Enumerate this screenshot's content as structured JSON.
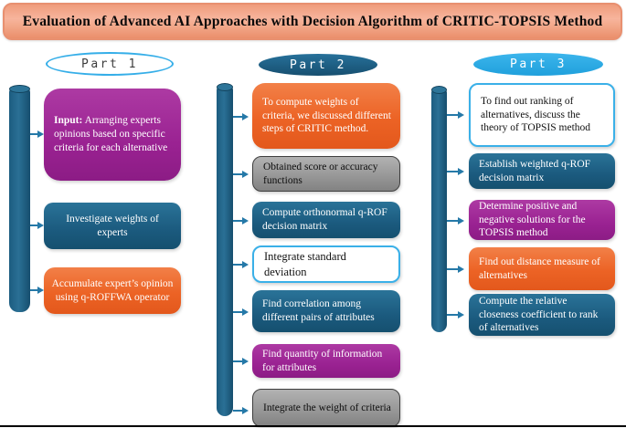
{
  "figure": {
    "title": "Evaluation of Advanced AI Approaches with Decision Algorithm of CRITIC-TOPSIS Method"
  },
  "palette": {
    "header_fill": "#f4a98c",
    "header_border": "#e89070",
    "teal": "#1d6085",
    "magenta": "#9a2292",
    "orange": "#ec6325",
    "grey": "#989898",
    "cyan_accent": "#35aee8",
    "arrow": "#2579a8"
  },
  "parts": [
    {
      "label": "Part 1",
      "steps": [
        {
          "lead": "Input:",
          "text": " Arranging experts opinions based on specific criteria for each alternative"
        },
        {
          "text": "Investigate weights of experts"
        },
        {
          "text": "Accumulate expert’s opinion using q-ROFFWA operator"
        }
      ]
    },
    {
      "label": "Part 2",
      "steps": [
        {
          "text": "To compute weights of criteria, we discussed different steps of CRITIC method."
        },
        {
          "text": "Obtained score or accuracy functions"
        },
        {
          "text": "Compute orthonormal q-ROF decision matrix"
        },
        {
          "text": "Integrate standard deviation"
        },
        {
          "text": "Find correlation among different pairs of attributes"
        },
        {
          "text": "Find quantity of information for attributes"
        },
        {
          "text": "Integrate the weight of criteria"
        }
      ]
    },
    {
      "label": "Part 3",
      "steps": [
        {
          "text": "To find out ranking of alternatives, discuss the theory of TOPSIS method"
        },
        {
          "text": "Establish weighted q-ROF decision matrix"
        },
        {
          "text": "Determine positive and negative solutions for the TOPSIS method"
        },
        {
          "text": "Find out distance measure of alternatives"
        },
        {
          "text": "Compute the relative closeness coefficient to rank of alternatives"
        }
      ]
    }
  ]
}
